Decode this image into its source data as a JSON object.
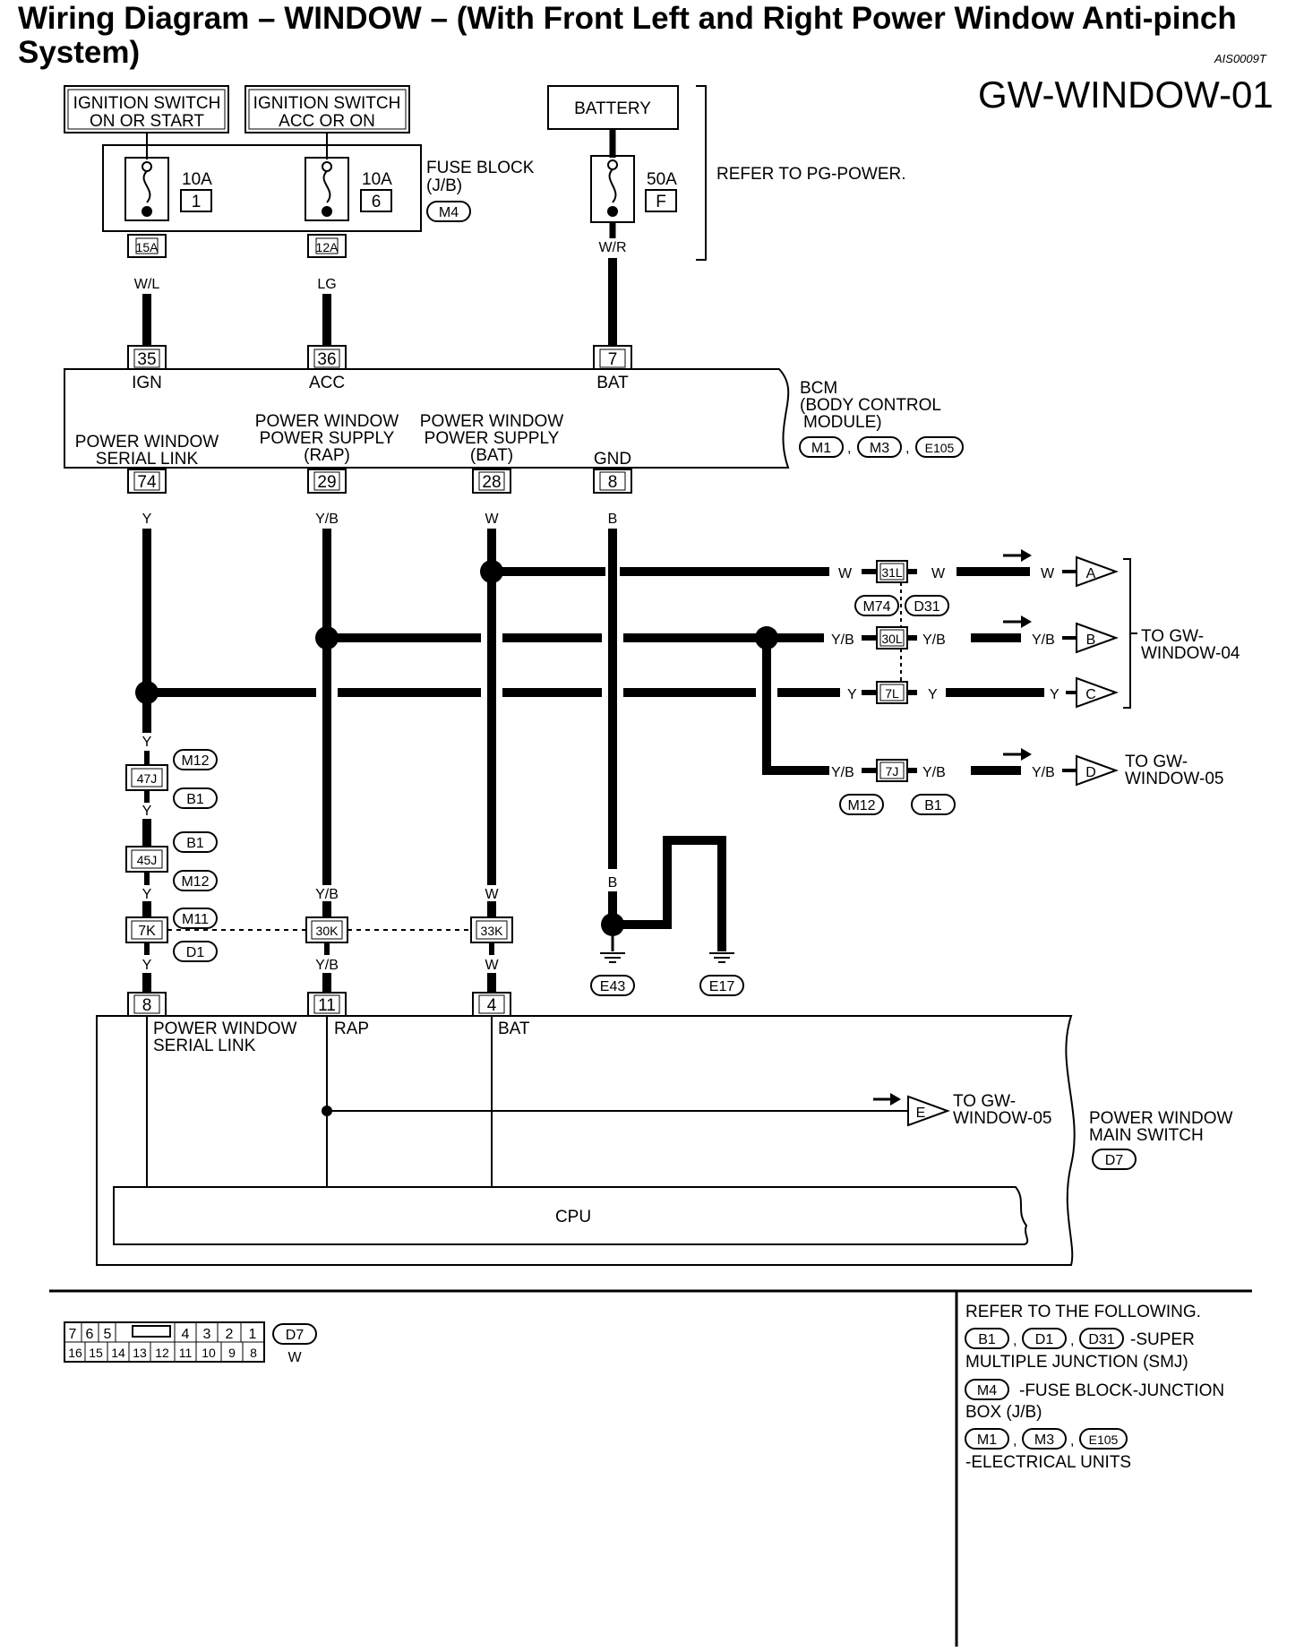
{
  "title": "Wiring Diagram – WINDOW – (With Front Left and Right Power Window Anti-pinch System)",
  "code": "AIS0009T",
  "sheet": "GW-WINDOW-01",
  "sources": {
    "ign_start": [
      "IGNITION SWITCH",
      "ON OR START"
    ],
    "ign_acc": [
      "IGNITION SWITCH",
      "ACC OR ON"
    ],
    "battery": "BATTERY"
  },
  "fuses": {
    "f1_amp": "10A",
    "f1_no": "1",
    "f2_amp": "10A",
    "f2_no": "6",
    "f3_amp": "50A",
    "f3_no": "F",
    "block": [
      "FUSE BLOCK",
      "(J/B)"
    ],
    "block_conn": "M4",
    "refer": "REFER TO PG-POWER."
  },
  "connectors": {
    "c15a": "15A",
    "c12a": "12A",
    "c35": "35",
    "c36": "36",
    "c7": "7",
    "c74": "74",
    "c29": "29",
    "c28": "28",
    "c8": "8",
    "c31l": "31L",
    "c30l": "30L",
    "c7l": "7L",
    "c7j": "7J",
    "c47j": "47J",
    "c45j": "45J",
    "c7k": "7K",
    "c30k": "30K",
    "c33k": "33K",
    "d8": "8",
    "d11": "11",
    "d4": "4"
  },
  "wires": {
    "wl": "W/L",
    "lg": "LG",
    "wr": "W/R",
    "y": "Y",
    "yb": "Y/B",
    "w": "W",
    "b": "B"
  },
  "bcm": {
    "ign": "IGN",
    "acc": "ACC",
    "bat": "BAT",
    "serial": [
      "POWER WINDOW",
      "SERIAL LINK"
    ],
    "rap": [
      "POWER WINDOW",
      "POWER SUPPLY",
      "(RAP)"
    ],
    "batsup": [
      "POWER WINDOW",
      "POWER SUPPLY",
      "(BAT)"
    ],
    "gnd": "GND",
    "name": [
      "BCM",
      "(BODY CONTROL",
      "MODULE)"
    ],
    "conns": [
      "M1",
      "M3",
      "E105"
    ]
  },
  "harness": {
    "m74": "M74",
    "d31": "D31",
    "m12": "M12",
    "b1": "B1",
    "m11": "M11",
    "d1": "D1"
  },
  "destinations": {
    "a": "A",
    "b": "B",
    "c": "C",
    "d": "D",
    "e": "E",
    "gw04": [
      "TO GW-",
      "WINDOW-04"
    ],
    "gw05": [
      "TO GW-",
      "WINDOW-05"
    ]
  },
  "grounds": {
    "e43": "E43",
    "e17": "E17"
  },
  "main_switch": {
    "serial": [
      "POWER WINDOW",
      "SERIAL LINK"
    ],
    "rap": "RAP",
    "bat": "BAT",
    "cpu": "CPU",
    "name": [
      "POWER WINDOW",
      "MAIN SWITCH"
    ],
    "conn": "D7"
  },
  "connector_face": {
    "top": [
      "7",
      "6",
      "5",
      "4",
      "3",
      "2",
      "1"
    ],
    "bottom": [
      "16",
      "15",
      "14",
      "13",
      "12",
      "11",
      "10",
      "9",
      "8"
    ],
    "id": "D7",
    "color": "W"
  },
  "legend": {
    "heading": "REFER TO THE FOLLOWING.",
    "smj_conns": [
      "B1",
      "D1",
      "D31"
    ],
    "smj_text": [
      "-SUPER",
      "MULTIPLE JUNCTION (SMJ)"
    ],
    "fb_conn": "M4",
    "fb_text": [
      "-FUSE BLOCK-JUNCTION",
      "BOX (J/B)"
    ],
    "eu_conns": [
      "M1",
      "M3",
      "E105"
    ],
    "eu_text": "-ELECTRICAL UNITS"
  }
}
